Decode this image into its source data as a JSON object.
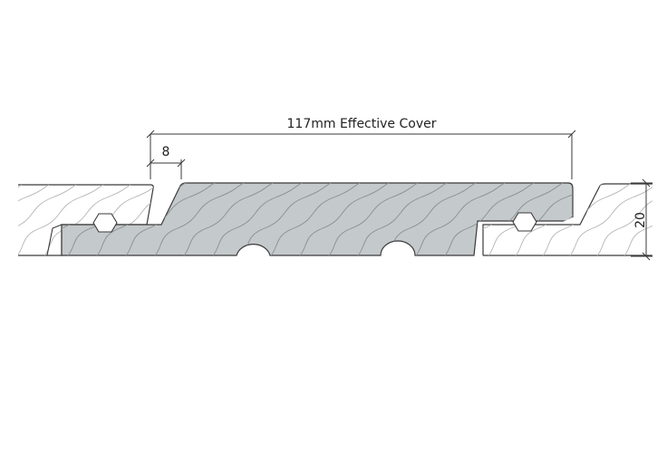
{
  "dimensions": {
    "effective_cover_label": "117mm Effective Cover",
    "tongue_label": "8",
    "thickness_label": "20"
  },
  "colors": {
    "board_fill": "#c4c9cb",
    "adjacent_fill": "#ffffff",
    "outline": "#3a3a3a",
    "grain": "#8a8f92",
    "grain_light": "#b5b5b5"
  }
}
